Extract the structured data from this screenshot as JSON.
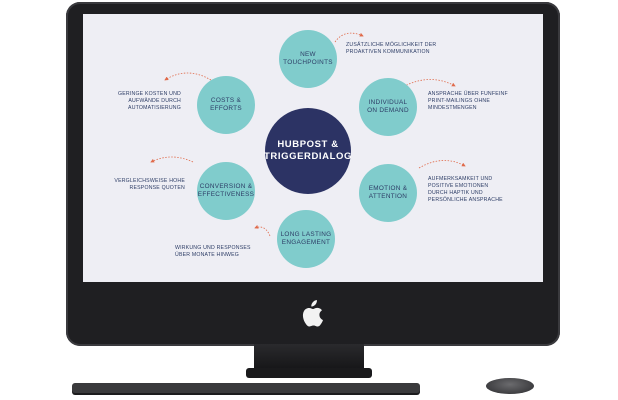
{
  "diagram": {
    "center": "HUBPOST &\nTRIGGERDIALOG",
    "nodes": [
      {
        "label": "NEW\nTOUCHPOINTS",
        "note": "ZUSÄTZLICHE MÖGLICHKEIT DER\nPROAKTIVEN KOMMUNIKATION"
      },
      {
        "label": "INDIVIDUAL\nON DEMAND",
        "note": "ANSPRACHE ÜBER FUNFEINF\nPRINT-MAILINGS OHNE\nMINDESTMENGEN"
      },
      {
        "label": "EMOTION &\nATTENTION",
        "note": "AUFMERKSAMKEIT UND\nPOSITIVE EMOTIONEN\nDURCH HAPTIK UND\nPERSÖNLICHE ANSPRACHE"
      },
      {
        "label": "LONG LASTING\nENGAGEMENT",
        "note": "WIRKUNG UND RESPONSES\nÜBER MONATE HINWEG"
      },
      {
        "label": "CONVERSION &\nEFFECTIVENESS",
        "note": "VERGLEICHSWEISE HOHE\nRESPONSE QUOTEN"
      },
      {
        "label": "COSTS &\nEFFORTS",
        "note": "GERINGE KOSTEN UND\nAUFWÄNDE DURCH\nAUTOMATISIERUNG"
      }
    ],
    "colors": {
      "center_fill": "#2c3364",
      "node_fill": "#80cccc",
      "text": "#2d3d66",
      "arrow": "#e06a4a",
      "screen_bg": "#eeeef4"
    }
  },
  "device": {
    "logo_icon": "apple-logo-icon"
  }
}
